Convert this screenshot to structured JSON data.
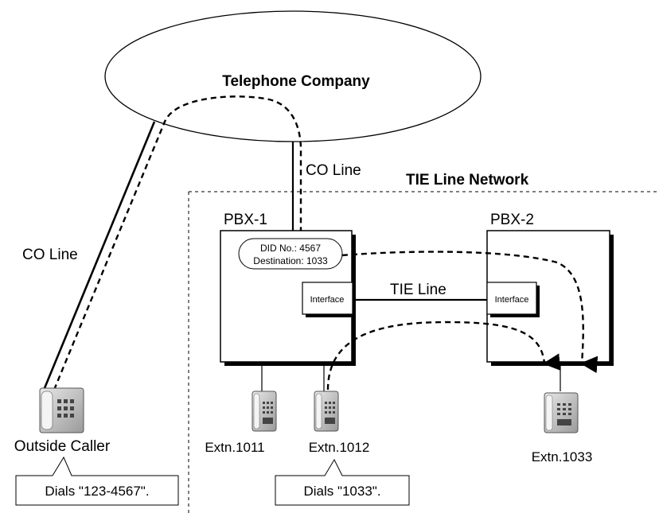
{
  "cloud": {
    "label": "Telephone Company"
  },
  "network": {
    "label": "TIE Line Network"
  },
  "lines": {
    "co_left": "CO Line",
    "co_top": "CO Line",
    "tie": "TIE Line"
  },
  "pbx1": {
    "label": "PBX-1",
    "did_line1": "DID No.: 4567",
    "did_line2": "Destination: 1033",
    "interface": "Interface"
  },
  "pbx2": {
    "label": "PBX-2",
    "interface": "Interface"
  },
  "phones": {
    "outside": "Outside Caller",
    "extn1011": "Extn.1011",
    "extn1012": "Extn.1012",
    "extn1033": "Extn.1033"
  },
  "callouts": {
    "outside_dial": "Dials \"123-4567\".",
    "extn_dial": "Dials \"1033\"."
  },
  "icons": [
    "telephone-icon",
    "desk-phone-icon"
  ]
}
